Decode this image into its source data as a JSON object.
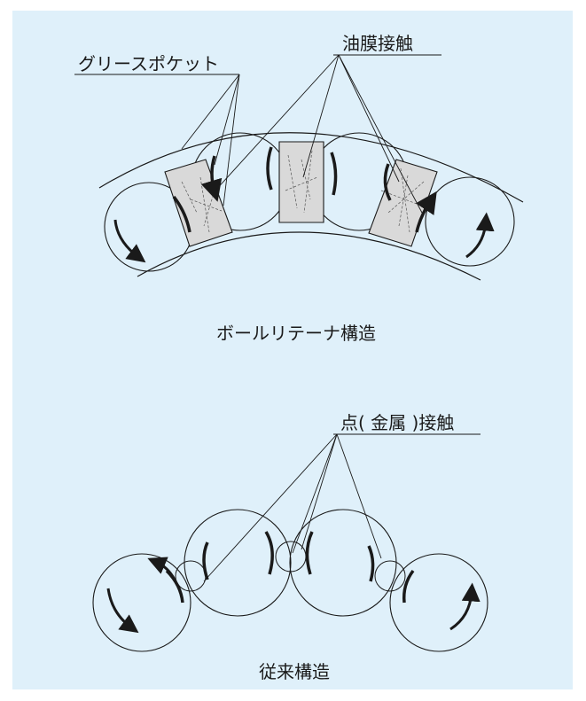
{
  "top_diagram": {
    "label_grease_pocket": "グリースポケット",
    "label_oil_film_contact": "油膜接触",
    "caption": "ボールリテーナ構造"
  },
  "bottom_diagram": {
    "label_point_contact": "点( 金属 )接触",
    "caption": "従来構造"
  },
  "colors": {
    "background": "#dff0fa",
    "retainer_fill": "#d9d9d9",
    "line": "#1a1a1a"
  }
}
